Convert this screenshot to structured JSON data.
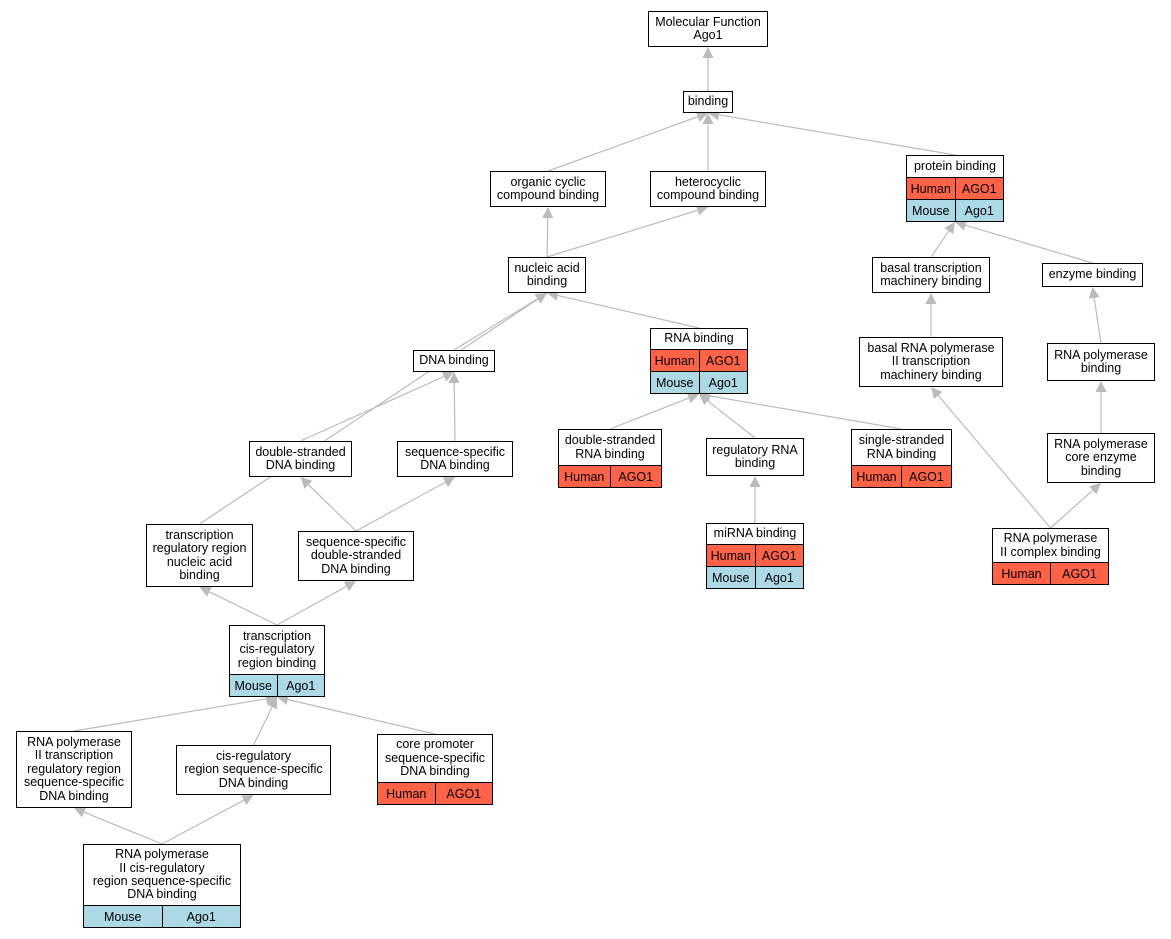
{
  "nodes": [
    {
      "id": "mf",
      "label": "Molecular Function\nAgo1",
      "annotations": []
    },
    {
      "id": "binding",
      "label": "binding",
      "annotations": []
    },
    {
      "id": "organic",
      "label": "organic cyclic\ncompound binding",
      "annotations": []
    },
    {
      "id": "heterocyclic",
      "label": "heterocyclic\ncompound binding",
      "annotations": []
    },
    {
      "id": "protein",
      "label": "protein binding",
      "annotations": [
        {
          "species": "Human",
          "gene": "AGO1",
          "color": "#ff6347"
        },
        {
          "species": "Mouse",
          "gene": "Ago1",
          "color": "#add8e6"
        }
      ]
    },
    {
      "id": "nucleic",
      "label": "nucleic acid\nbinding",
      "annotations": []
    },
    {
      "id": "basaltm",
      "label": "basal transcription\nmachinery binding",
      "annotations": []
    },
    {
      "id": "enzyme",
      "label": "enzyme binding",
      "annotations": []
    },
    {
      "id": "dna",
      "label": "DNA binding",
      "annotations": []
    },
    {
      "id": "rna",
      "label": "RNA binding",
      "annotations": [
        {
          "species": "Human",
          "gene": "AGO1",
          "color": "#ff6347"
        },
        {
          "species": "Mouse",
          "gene": "Ago1",
          "color": "#add8e6"
        }
      ]
    },
    {
      "id": "basalrnap",
      "label": "basal RNA polymerase\nII transcription\nmachinery binding",
      "annotations": []
    },
    {
      "id": "rnapb",
      "label": "RNA polymerase\nbinding",
      "annotations": []
    },
    {
      "id": "dsdna",
      "label": "double-stranded\nDNA binding",
      "annotations": []
    },
    {
      "id": "ssdna",
      "label": "sequence-specific\nDNA binding",
      "annotations": []
    },
    {
      "id": "dsrna",
      "label": "double-stranded\nRNA binding",
      "annotations": [
        {
          "species": "Human",
          "gene": "AGO1",
          "color": "#ff6347"
        }
      ]
    },
    {
      "id": "regrna",
      "label": "regulatory RNA\nbinding",
      "annotations": []
    },
    {
      "id": "ssrna",
      "label": "single-stranded\nRNA binding",
      "annotations": [
        {
          "species": "Human",
          "gene": "AGO1",
          "color": "#ff6347"
        }
      ]
    },
    {
      "id": "rnapce",
      "label": "RNA polymerase\ncore enzyme\nbinding",
      "annotations": []
    },
    {
      "id": "trrna",
      "label": "transcription\nregulatory region\nnucleic acid\nbinding",
      "annotations": []
    },
    {
      "id": "ssdsdna",
      "label": "sequence-specific\ndouble-stranded\nDNA binding",
      "annotations": []
    },
    {
      "id": "mirna",
      "label": "miRNA binding",
      "annotations": [
        {
          "species": "Human",
          "gene": "AGO1",
          "color": "#ff6347"
        },
        {
          "species": "Mouse",
          "gene": "Ago1",
          "color": "#add8e6"
        }
      ]
    },
    {
      "id": "rnap2c",
      "label": "RNA polymerase\nII complex binding",
      "annotations": [
        {
          "species": "Human",
          "gene": "AGO1",
          "color": "#ff6347"
        }
      ]
    },
    {
      "id": "tcis",
      "label": "transcription\ncis-regulatory\nregion binding",
      "annotations": [
        {
          "species": "Mouse",
          "gene": "Ago1",
          "color": "#add8e6"
        }
      ]
    },
    {
      "id": "rnap2tr",
      "label": "RNA polymerase\nII transcription\nregulatory region\nsequence-specific\nDNA binding",
      "annotations": []
    },
    {
      "id": "cisreg",
      "label": "cis-regulatory\nregion sequence-specific\nDNA binding",
      "annotations": []
    },
    {
      "id": "corepro",
      "label": "core promoter\nsequence-specific\nDNA binding",
      "annotations": [
        {
          "species": "Human",
          "gene": "AGO1",
          "color": "#ff6347"
        }
      ]
    },
    {
      "id": "rnap2cis",
      "label": "RNA polymerase\nII cis-regulatory\nregion sequence-specific\nDNA binding",
      "annotations": [
        {
          "species": "Mouse",
          "gene": "Ago1",
          "color": "#add8e6"
        }
      ]
    }
  ],
  "edges": [
    [
      "binding",
      "mf"
    ],
    [
      "organic",
      "binding"
    ],
    [
      "heterocyclic",
      "binding"
    ],
    [
      "protein",
      "binding"
    ],
    [
      "nucleic",
      "organic"
    ],
    [
      "nucleic",
      "heterocyclic"
    ],
    [
      "basaltm",
      "protein"
    ],
    [
      "enzyme",
      "protein"
    ],
    [
      "dna",
      "nucleic"
    ],
    [
      "rna",
      "nucleic"
    ],
    [
      "trrna",
      "nucleic"
    ],
    [
      "basalrnap",
      "basaltm"
    ],
    [
      "rnapb",
      "enzyme"
    ],
    [
      "dsdna",
      "dna"
    ],
    [
      "ssdna",
      "dna"
    ],
    [
      "dsrna",
      "rna"
    ],
    [
      "regrna",
      "rna"
    ],
    [
      "ssrna",
      "rna"
    ],
    [
      "rnapce",
      "rnapb"
    ],
    [
      "mirna",
      "regrna"
    ],
    [
      "ssdsdna",
      "dsdna"
    ],
    [
      "ssdsdna",
      "ssdna"
    ],
    [
      "rnap2c",
      "basalrnap"
    ],
    [
      "rnap2c",
      "rnapce"
    ],
    [
      "tcis",
      "trrna"
    ],
    [
      "tcis",
      "ssdsdna"
    ],
    [
      "rnap2tr",
      "tcis"
    ],
    [
      "cisreg",
      "tcis"
    ],
    [
      "corepro",
      "tcis"
    ],
    [
      "rnap2cis",
      "rnap2tr"
    ],
    [
      "rnap2cis",
      "cisreg"
    ]
  ]
}
